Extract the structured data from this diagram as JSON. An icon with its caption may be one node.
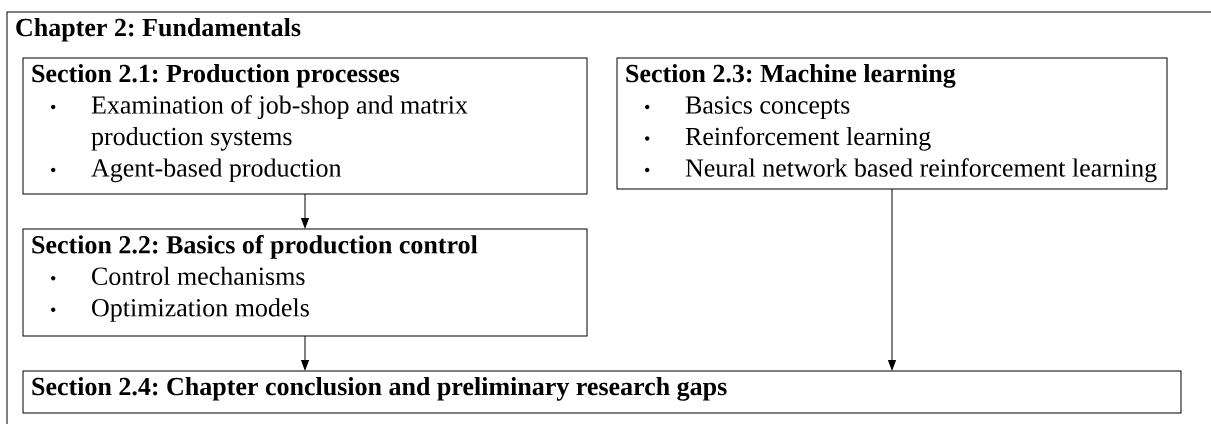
{
  "diagram": {
    "nodes": [
      {
        "text": [
          "Chapter 2: Fundamentals"
        ]
      },
      {
        "text": [
          "Section 2.1: Production processes",
          "Examination of job-shop and matrix production systems",
          "Agent-based production"
        ],
        "in": 0
      },
      {
        "text": [
          "Section 2.3: Machine learning",
          "Basics concepts",
          "Reinforcement learning",
          "Neural network based reinforcement learning"
        ],
        "in": 0
      },
      {
        "text": [
          "Section 2.2: Basics of production control",
          "Control mechanisms",
          "Optimization models"
        ],
        "in": 0
      },
      {
        "text": [
          "Section 2.4: Chapter conclusion and preliminary research gaps"
        ],
        "in": 0
      }
    ],
    "edges": [
      {
        "from": 1,
        "to": 3,
        "arrow": "to"
      },
      {
        "from": 3,
        "to": 4,
        "arrow": "to"
      },
      {
        "from": 2,
        "to": 4,
        "arrow": "to"
      }
    ]
  }
}
